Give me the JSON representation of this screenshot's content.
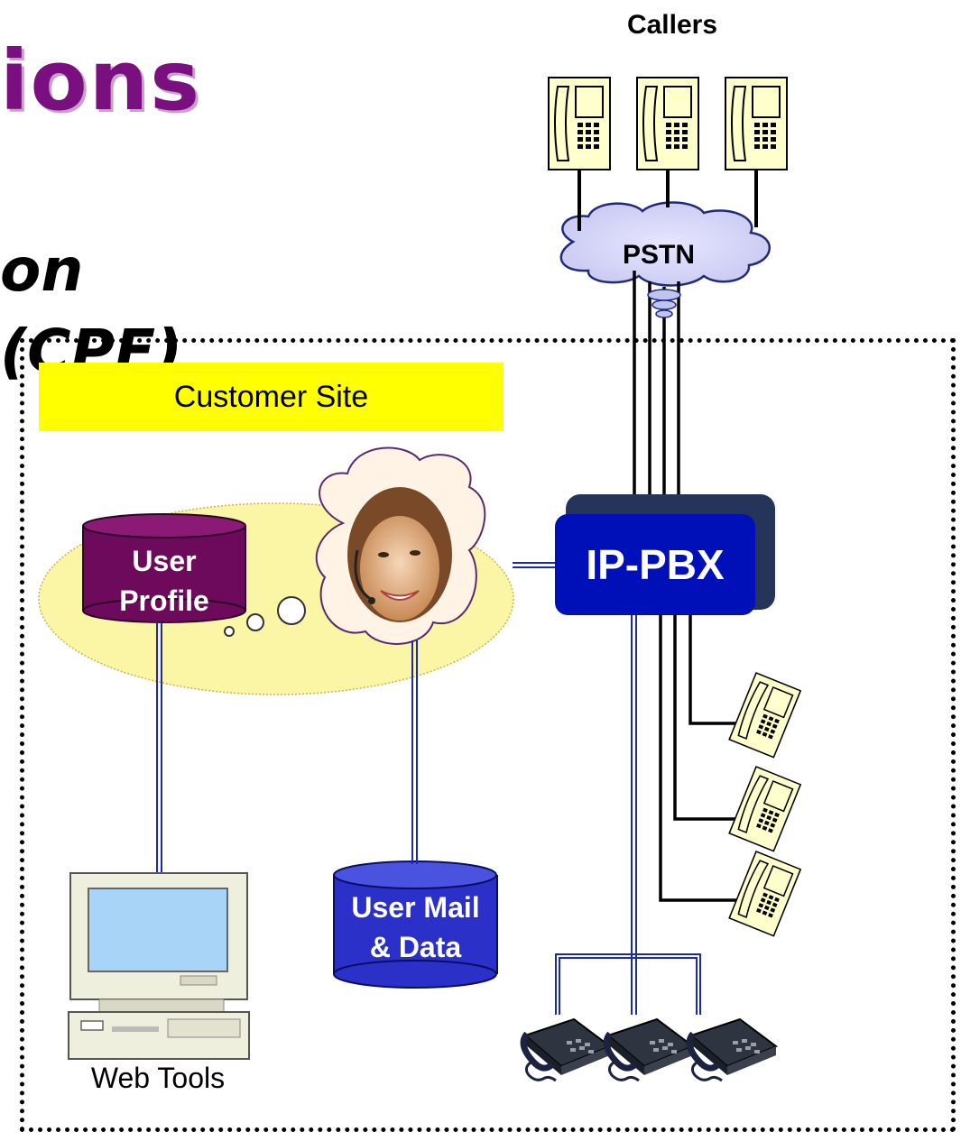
{
  "title_fragment": "ions",
  "subtitle_fragment": "on (CPE)",
  "callers_label": "Callers",
  "pstn_label": "PSTN",
  "site_label": "Customer Site",
  "pbx_label": "IP-PBX",
  "user_profile_line1": "User",
  "user_profile_line2": "Profile",
  "user_mail_line1": "User Mail",
  "user_mail_line2": "& Data",
  "web_tools_label": "Web Tools",
  "colors": {
    "title": "#7a1080",
    "pbx": "#0010b8",
    "profile_db": "#6e0a5c",
    "mail_db": "#2b31c8",
    "site_label_bg": "#ffff00",
    "ellipse": "#fbf5a6",
    "blue_link": "#1c2aa8"
  }
}
